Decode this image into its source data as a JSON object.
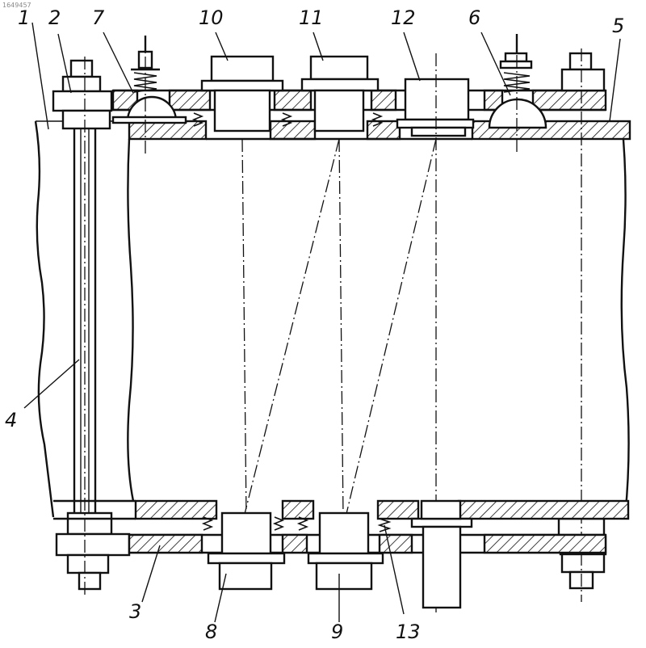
{
  "watermark": "1649457",
  "labels": {
    "l1": "1",
    "l2": "2",
    "l3": "3",
    "l4": "4",
    "l5": "5",
    "l6": "6",
    "l7": "7",
    "l8": "8",
    "l9": "9",
    "l10": "10",
    "l11": "11",
    "l12": "12",
    "l13": "13"
  }
}
